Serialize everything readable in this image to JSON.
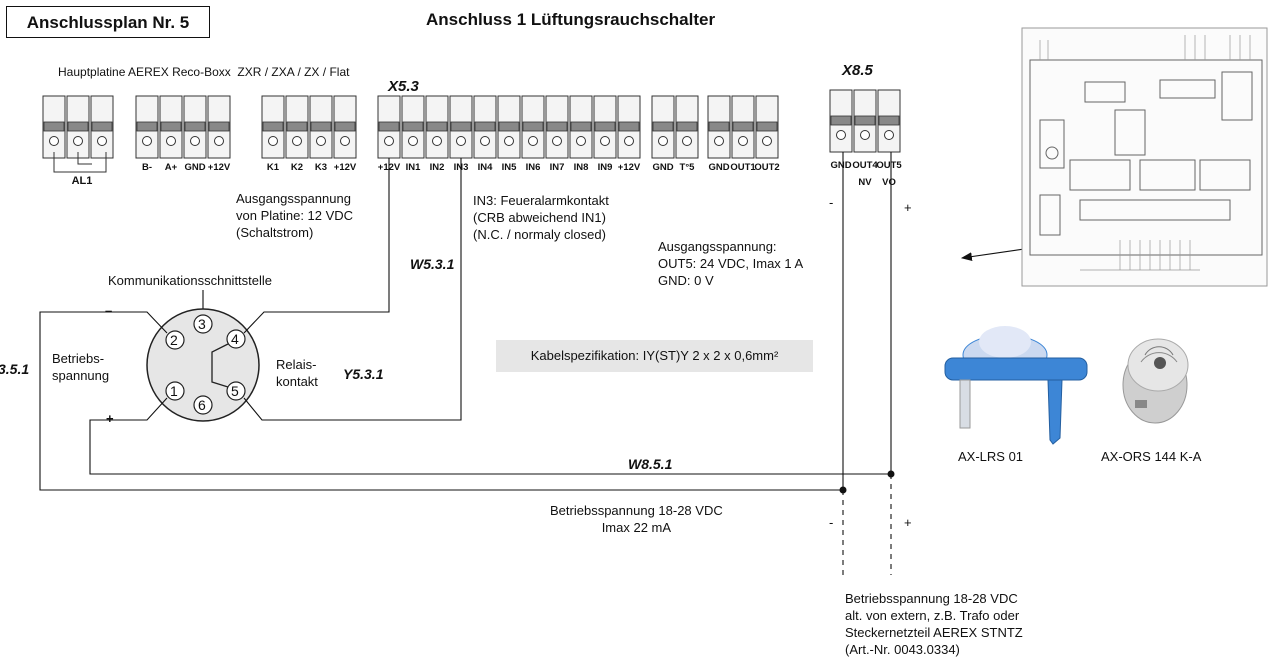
{
  "title_box": "Anschlussplan Nr. 5",
  "main_title": "Anschluss  1 Lüftungsrauchschalter",
  "board_label": "Hauptplatine AEREX Reco-Boxx  ZXR / ZXA / ZX / Flat",
  "connectors": {
    "x53": "X5.3",
    "x85": "X8.5",
    "al1_terminals": [
      "AL1"
    ],
    "bus_terminals": [
      "B-",
      "A+",
      "GND",
      "+12V"
    ],
    "k_terminals": [
      "K1",
      "K2",
      "K3",
      "+12V"
    ],
    "x53_terminals": [
      "+12V",
      "IN1",
      "IN2",
      "IN3",
      "IN4",
      "IN5",
      "IN6",
      "IN7",
      "IN8",
      "IN9",
      "+12V"
    ],
    "gnd_t5": [
      "GND",
      "T°5"
    ],
    "out_terminals": [
      "GND",
      "OUT1",
      "OUT2"
    ],
    "x85_terminals": [
      "GND",
      "OUT4",
      "OUT5"
    ],
    "x85_sub": [
      "NV",
      "VO"
    ]
  },
  "notes": {
    "ausgangsspannung_platine": "Ausgangsspannung\nvon Platine: 12 VDC\n(Schaltstrom)",
    "in3": "IN3: Feueralarmkontakt\n(CRB abweichend IN1)\n(N.C. / normaly closed)",
    "ausgangsspannung_out": "Ausgangsspannung:\nOUT5: 24 VDC, Imax 1 A\nGND: 0 V",
    "cable_spec": "Kabelspezifikation: IY(ST)Y 2 x 2 x 0,6mm²",
    "betriebsspannung_sensor": "Betriebsspannung 18-28 VDC\nImax 22 mA",
    "betriebsspannung_extern": "Betriebsspannung 18-28 VDC\nalt. von extern, z.B. Trafo oder\nSteckernetzteil AEREX STNTZ\n(Art.-Nr. 0043.0334)"
  },
  "sensor": {
    "kommunikation": "Kommunikationsschnittstelle",
    "betriebs": "Betriebs-\nspannung",
    "relais": "Relais-\nkontakt",
    "pins": [
      "1",
      "2",
      "3",
      "4",
      "5",
      "6"
    ],
    "minus": "–",
    "plus": "+"
  },
  "wires": {
    "w531": "W5.3.1",
    "w851": "W8.5.1",
    "y531": "Y5.3.1",
    "left_label": "3.5.1"
  },
  "polarity": {
    "minus": "-",
    "plus": "+"
  },
  "products": {
    "lrs": "AX-LRS 01",
    "ors": "AX-ORS 144 K-A"
  },
  "colors": {
    "terminal_fill": "#f4f4f4",
    "terminal_stroke": "#333333",
    "spec_bg": "#e6e6e6",
    "lrs_blue": "#3d86d6",
    "ors_grey": "#c8c8c8"
  }
}
